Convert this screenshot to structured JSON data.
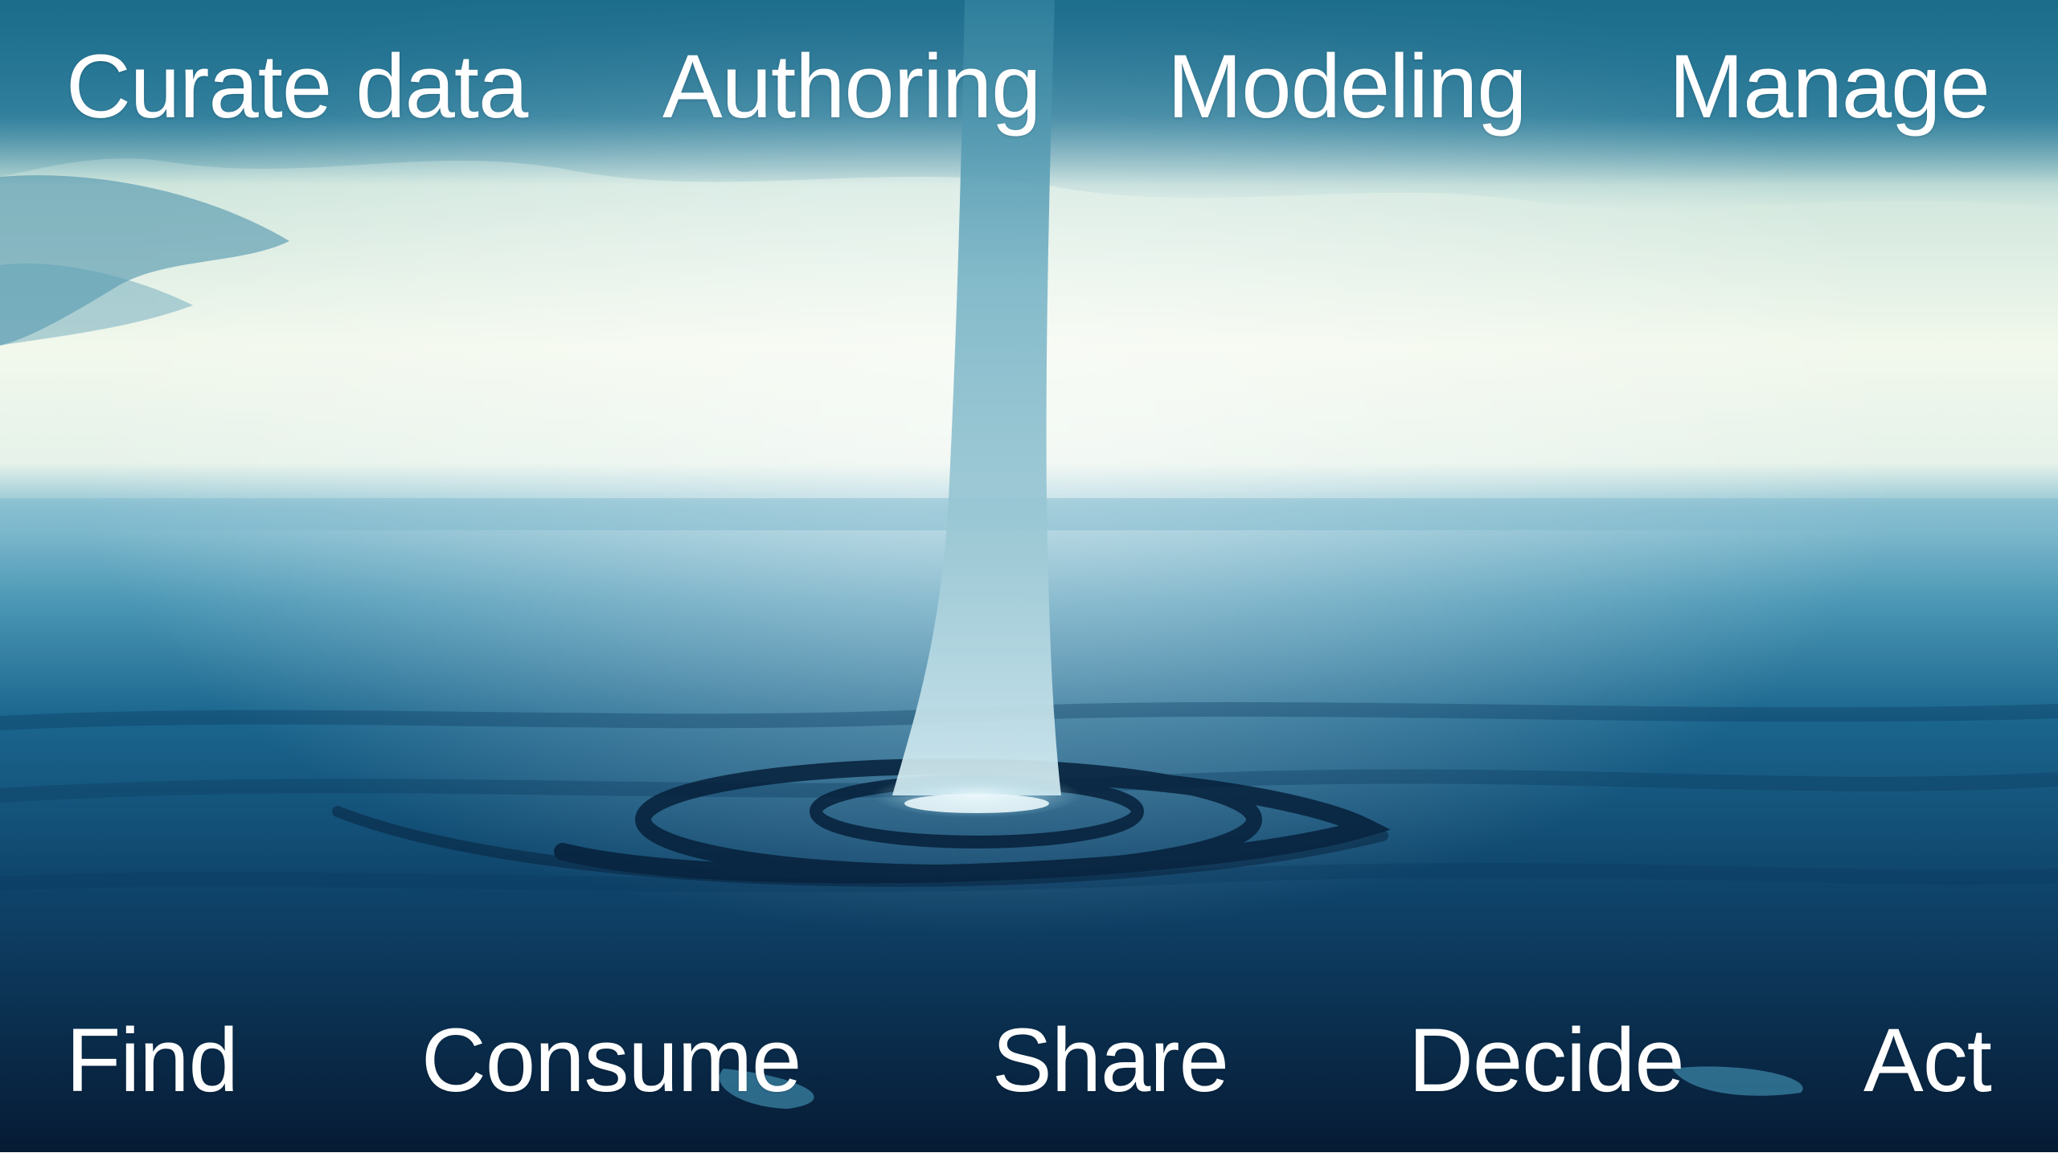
{
  "top_row": [
    "Curate data",
    "Authoring",
    "Modeling",
    "Manage"
  ],
  "bottom_row": [
    "Find",
    "Consume",
    "Share",
    "Decide",
    "Act"
  ],
  "colors": {
    "sky_dark": "#1a6a8c",
    "sky_light": "#eef6ee",
    "horizon": "#5fa8bf",
    "sea_mid": "#145a80",
    "sea_dark": "#071f38",
    "funnel": "#7fbcd0",
    "text": "#ffffff"
  }
}
